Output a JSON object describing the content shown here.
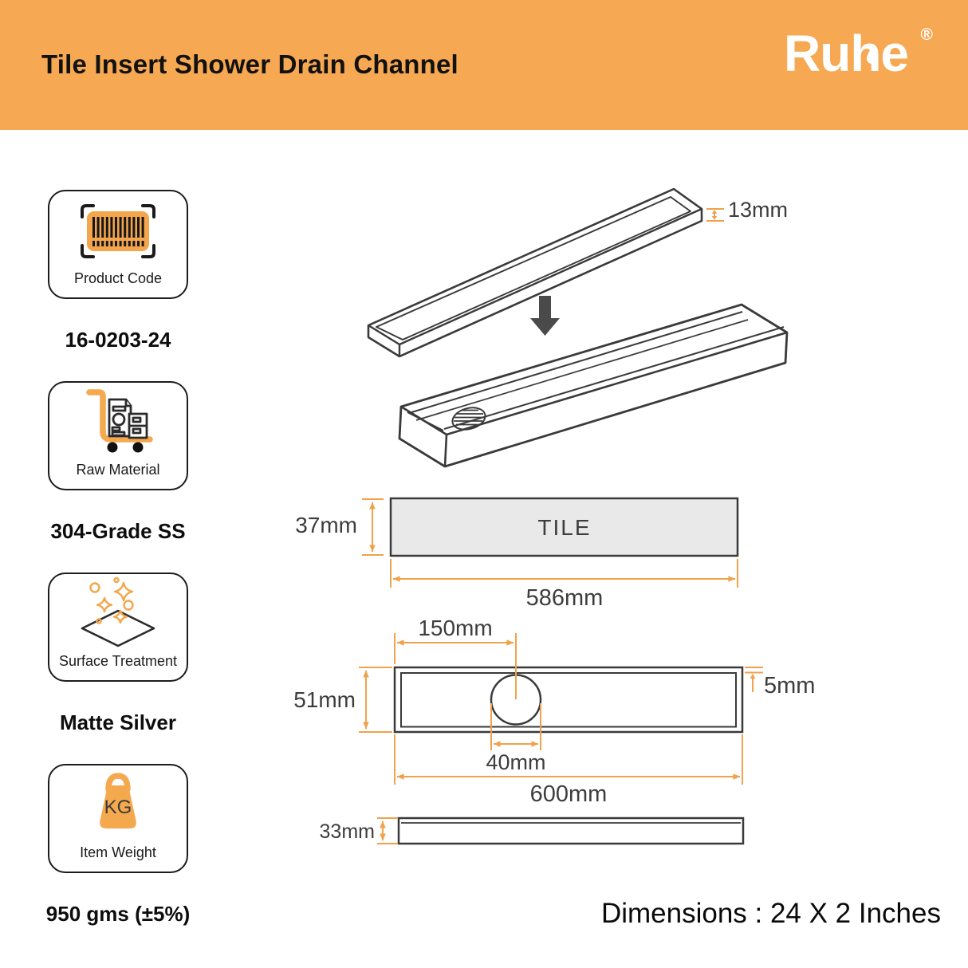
{
  "header": {
    "title": "Tile Insert Shower Drain Channel",
    "brand": "Ruhe",
    "registered": "®",
    "bg_color": "#F6A852"
  },
  "specs": [
    {
      "icon": "barcode-icon",
      "label": "Product Code",
      "value": "16-0203-24"
    },
    {
      "icon": "trolley-icon",
      "label": "Raw Material",
      "value": "304-Grade SS"
    },
    {
      "icon": "sparkle-diamond-icon",
      "label": "Surface Treatment",
      "value": "Matte Silver"
    },
    {
      "icon": "weight-kg-icon",
      "label": "Item Weight",
      "value": "950 gms (±5%)",
      "icon_text": "KG"
    }
  ],
  "drawing": {
    "labels": {
      "dim_13": "13mm",
      "tile": "TILE",
      "dim_37": "37mm",
      "dim_586": "586mm",
      "dim_150": "150mm",
      "dim_51": "51mm",
      "dim_5": "5mm",
      "dim_40": "40mm",
      "dim_600": "600mm",
      "dim_33": "33mm"
    },
    "colors": {
      "line": "#3A3A3A",
      "dimension": "#F0A24C",
      "tile_fill": "#E9E9E9"
    }
  },
  "footer": {
    "dimensions_note": "Dimensions : 24 X 2 Inches"
  }
}
